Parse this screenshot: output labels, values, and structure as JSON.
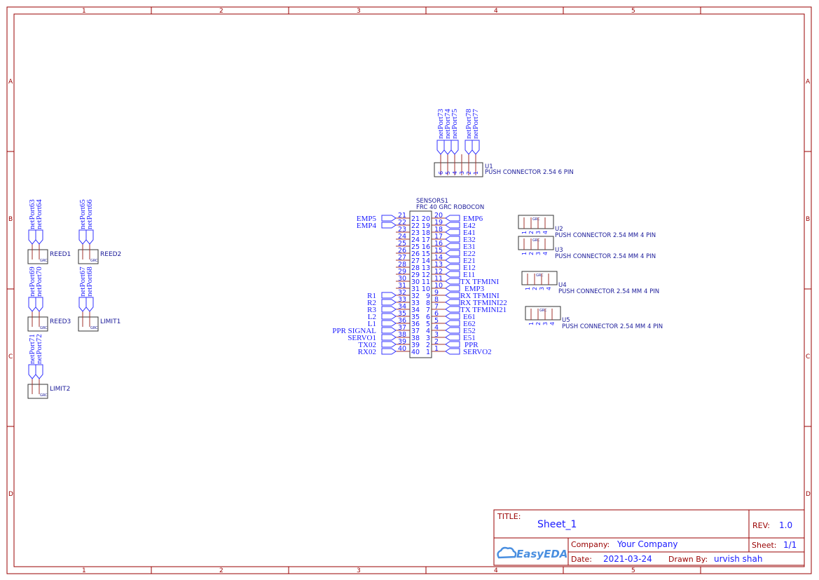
{
  "frame": {
    "columns": [
      "1",
      "2",
      "3",
      "4",
      "5"
    ],
    "rows": [
      "A",
      "B",
      "C",
      "D"
    ]
  },
  "sensors": {
    "ref": "SENSORS1",
    "value": "FRC 40 GRC ROBOCON",
    "pins": [
      {
        "ln": "21",
        "ll": "EMP5",
        "rn": "20",
        "rl": "EMP6"
      },
      {
        "ln": "22",
        "ll": "EMP4",
        "rn": "19",
        "rl": "E42"
      },
      {
        "ln": "23",
        "ll": "",
        "rn": "18",
        "rl": "E41"
      },
      {
        "ln": "24",
        "ll": "",
        "rn": "17",
        "rl": "E32"
      },
      {
        "ln": "25",
        "ll": "",
        "rn": "16",
        "rl": "E31"
      },
      {
        "ln": "26",
        "ll": "",
        "rn": "15",
        "rl": "E22"
      },
      {
        "ln": "27",
        "ll": "",
        "rn": "14",
        "rl": "E21"
      },
      {
        "ln": "28",
        "ll": "",
        "rn": "13",
        "rl": "E12"
      },
      {
        "ln": "29",
        "ll": "",
        "rn": "12",
        "rl": "E11"
      },
      {
        "ln": "30",
        "ll": "",
        "rn": "11",
        "rl": "TX TFMINI"
      },
      {
        "ln": "31",
        "ll": "",
        "rn": "10",
        "rl": "EMP3"
      },
      {
        "ln": "32",
        "ll": "R1",
        "rn": "9",
        "rl": "RX TFMINI"
      },
      {
        "ln": "33",
        "ll": "R2",
        "rn": "8",
        "rl": "RX TFMINI22"
      },
      {
        "ln": "34",
        "ll": "R3",
        "rn": "7",
        "rl": "TX TFMINI21"
      },
      {
        "ln": "35",
        "ll": "L2",
        "rn": "6",
        "rl": "E61"
      },
      {
        "ln": "36",
        "ll": "L1",
        "rn": "5",
        "rl": "E62"
      },
      {
        "ln": "37",
        "ll": "PPR SIGNAL",
        "rn": "4",
        "rl": "E52"
      },
      {
        "ln": "38",
        "ll": "SERVO1",
        "rn": "3",
        "rl": "E51"
      },
      {
        "ln": "39",
        "ll": "TX02",
        "rn": "2",
        "rl": "PPR"
      },
      {
        "ln": "40",
        "ll": "RX02",
        "rn": "1",
        "rl": "SERVO2"
      }
    ]
  },
  "u1": {
    "ref": "U1",
    "value": "PUSH CONNECTOR 2.54 6 PIN",
    "pins": [
      "6",
      "5",
      "4",
      "3",
      "2",
      "1"
    ],
    "nets": [
      "netPort73",
      "netPort74",
      "netPort75",
      "",
      "netPort78",
      "netPort77"
    ]
  },
  "four_pin": [
    {
      "ref": "U2",
      "value": "PUSH CONNECTOR 2.54 MM 4 PIN",
      "body": "GRC",
      "pins": [
        "1",
        "2",
        "3",
        "4"
      ]
    },
    {
      "ref": "U3",
      "value": "PUSH CONNECTOR 2.54 MM 4 PIN",
      "body": "GRC",
      "pins": [
        "1",
        "2",
        "3",
        "4"
      ]
    },
    {
      "ref": "U4",
      "value": "PUSH CONNECTOR 2.54 MM 4 PIN",
      "body": "GRC",
      "pins": [
        "1",
        "2",
        "3",
        "4"
      ]
    },
    {
      "ref": "U5",
      "value": "PUSH CONNECTOR 2.54 MM 4 PIN",
      "body": "GRC",
      "pins": [
        "1",
        "2",
        "3",
        "4"
      ]
    }
  ],
  "switches": [
    {
      "ref": "REED1",
      "body": "GRC",
      "nets": [
        "netPort63",
        "netPort64"
      ]
    },
    {
      "ref": "REED2",
      "body": "GRC",
      "nets": [
        "netPort65",
        "netPort66"
      ]
    },
    {
      "ref": "REED3",
      "body": "GRC",
      "nets": [
        "netPort69",
        "netPort70"
      ]
    },
    {
      "ref": "LIMIT1",
      "body": "GRC",
      "nets": [
        "netPort67",
        "netPort68"
      ]
    },
    {
      "ref": "LIMIT2",
      "body": "GRC",
      "nets": [
        "netPort71",
        "netPort72"
      ]
    }
  ],
  "title_block": {
    "title_label": "TITLE:",
    "title": "Sheet_1",
    "rev_label": "REV:",
    "rev": "1.0",
    "company_label": "Company:",
    "company": "Your Company",
    "sheet_label": "Sheet:",
    "sheet": "1/1",
    "date_label": "Date:",
    "date": "2021-03-24",
    "drawn_label": "Drawn By:",
    "drawn_by": "urvish shah",
    "logo": "EasyEDA"
  }
}
